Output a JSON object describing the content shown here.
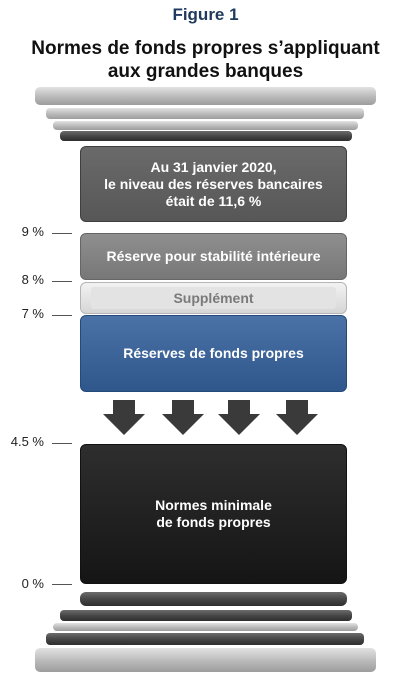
{
  "figure_label": "Figure 1",
  "title": {
    "line1": "Normes de fonds propres s’appliquant",
    "line2": "aux grandes banques"
  },
  "note": {
    "line1": "Au 31 janvier 2020,",
    "line2": "le niveau des réserves bancaires",
    "line3": "était de 11,6 %"
  },
  "layers": {
    "domestic_buffer": "Réserve pour stabilité intérieure",
    "supplement": "Supplément",
    "capital_buffers": "Réserves de fonds propres",
    "minimum": {
      "line1": "Normes minimale",
      "line2": "de fonds propres"
    }
  },
  "axis_ticks": [
    "9 %",
    "8 %",
    "7 %",
    "4.5 %",
    "0 %"
  ],
  "colors": {
    "title_blue": "#1f3a5c",
    "capital_blue": "#2f578b",
    "minimum_black": "#1a1a1a",
    "domestic_grey": "#7f7f7f",
    "note_grey": "#5f5f5f"
  },
  "icons": [
    "arrow-down-icon",
    "arrow-down-icon",
    "arrow-down-icon",
    "arrow-down-icon"
  ]
}
